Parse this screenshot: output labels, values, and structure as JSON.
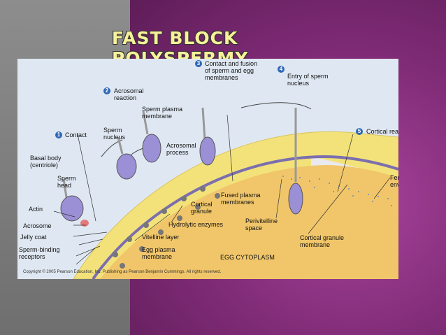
{
  "title": "FAST BLOCK POLYSPERMY",
  "steps": [
    {
      "number": "1",
      "label": "Contact"
    },
    {
      "number": "2",
      "label": "Acrosomal\nreaction"
    },
    {
      "number": "3",
      "label": "Contact and fusion\nof sperm and egg\nmembranes"
    },
    {
      "number": "4",
      "label": "Entry of sperm\nnucleus"
    },
    {
      "number": "5",
      "label": "Cortical reaction"
    }
  ],
  "labels": {
    "basal_body": "Basal body\n(centriole)",
    "sperm_head": "Sperm\nhead",
    "actin": "Actin",
    "acrosome": "Acrosome",
    "jelly_coat": "Jelly coat",
    "sperm_binding": "Sperm-binding\nreceptors",
    "sperm_nucleus": "Sperm\nnucleus",
    "sperm_plasma": "Sperm plasma\nmembrane",
    "acrosomal_process": "Acrosomal\nprocess",
    "cortical_granule": "Cortical\ngranule",
    "fused_plasma": "Fused plasma\nmembranes",
    "hydrolytic": "Hydrolytic enzymes",
    "vitelline": "Vitelline layer",
    "egg_plasma": "Egg plasma\nmembrane",
    "perivitelline": "Perivitelline\nspace",
    "egg_cytoplasm": "EGG CYTOPLASM",
    "cortical_granule_membrane": "Cortical granule\nmembrane",
    "fertilization_envelope": "Fertilization\nenvelope"
  },
  "copyright": "Copyright © 2005 Pearson Education, Inc. Publishing as Pearson Benjamin Cummings. All rights reserved.",
  "colors": {
    "jelly": "#f3e27a",
    "cytoplasm": "#f1c66a",
    "vitelline": "#7b6fae",
    "sperm_head": "#9b8fd6",
    "envelope": "#e9e9ee",
    "step_badge": "#2e67b4"
  }
}
